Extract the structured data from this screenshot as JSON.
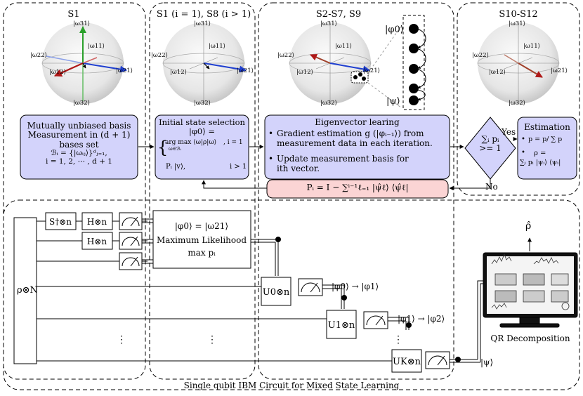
{
  "sections": {
    "s1": "S1",
    "s1_s8": "S1 (i = 1), S8 (i > 1)",
    "s2_s9": "S2-S7, S9",
    "s10_s12": "S10-S12"
  },
  "sphere_labels": {
    "top": "|ω31⟩",
    "bottom": "|ω32⟩",
    "left": "|ω22⟩",
    "right": "|ω21⟩",
    "inner_left": "|ω12⟩",
    "inner_right": "|ω11⟩"
  },
  "mub_box": [
    "Mutually unbiased basis",
    "Measurement in (d + 1)",
    "bases set",
    "ℬᵢ = {|ωᵢⱼ⟩}ᵈⱼ₌₁,",
    "i = 1, 2, ⋯ , d + 1"
  ],
  "init_box": {
    "title": "Initial state selection",
    "phi0": "|φ0⟩ =",
    "case1_expr": "arg max ⟨ω|ρ|ω⟩",
    "case1_sub": "ω∈ℬᵢ",
    "case1_cond": ", i = 1",
    "case2_expr": "Pᵢ |v⟩,",
    "case2_cond": "i > 1"
  },
  "eig_box": {
    "title": "Eigenvector learing",
    "bullet1": "Gradient estimation g (|φᵢ₋₁⟩) from measurement data in each iteration.",
    "bullet2": "Update measurement basis for ith vector."
  },
  "decision": {
    "line1": "∑ᵢ pᵢ",
    "line2": ">= 1",
    "yes": "Yes",
    "no": "No"
  },
  "est_box": {
    "title": "Estimation",
    "bullet1": "p = p/ ∑ p",
    "bullet2a": "ρ =",
    "bullet2b": "∑ᵢ pᵢ |ψᵢ⟩ ⟨ψᵢ|"
  },
  "projector": "Pᵢ = I − ∑ⁱ⁻¹ℓ₌₁ |ψ̂ℓ⟩ ⟨ψ̂ℓ|",
  "chain": {
    "top": "|φ0⟩",
    "bottom": "|ψ⟩"
  },
  "circuit": {
    "rho_label": "ρ⊗N",
    "s_gate": "S†⊗n",
    "h_gate": "H⊗n",
    "ml_box": [
      "|φ0⟩ = |ω21⟩",
      "Maximum Likelihood",
      "max pᵢ"
    ],
    "u0": "U0⊗n",
    "u1": "U1⊗n",
    "uk": "UK⊗n",
    "t01": "|φ0⟩ → |φ1⟩",
    "t12": "|φ1⟩ → |φ2⟩",
    "psi": "|ψ⟩",
    "dots": "⋮",
    "rho_hat": "ρ̂",
    "qr": "QR Decomposition"
  },
  "footer": "Single qubit IBM Circuit for Mixed State Learning",
  "colors": {
    "box_blue": "#d3d3fb",
    "box_red": "#fbd4d4",
    "vec_blue": "#1f3fd0",
    "vec_red": "#b01818",
    "vec_green": "#2aa02a",
    "vec_brown": "#a0402a"
  }
}
